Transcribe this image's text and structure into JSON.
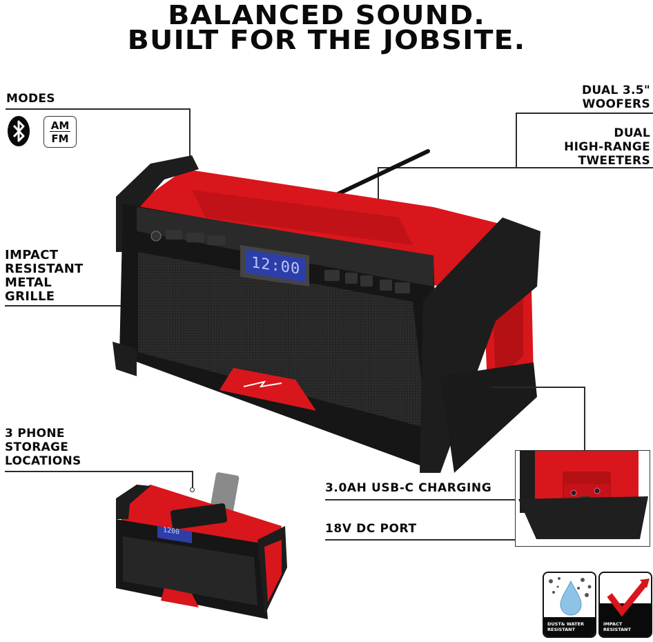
{
  "headline": {
    "line1": "BALANCED SOUND.",
    "line2": "BUILT FOR THE JOBSITE."
  },
  "callouts": {
    "modes": {
      "title": "MODES",
      "icons": [
        "bluetooth-icon",
        "am-fm-icon"
      ],
      "am_label": "AM",
      "fm_label": "FM"
    },
    "grille": {
      "lines": [
        "IMPACT",
        "RESISTANT",
        "METAL",
        "GRILLE"
      ]
    },
    "phone": {
      "lines": [
        "3 PHONE",
        "STORAGE",
        "LOCATIONS"
      ]
    },
    "woofers": {
      "lines": [
        "DUAL 3.5\"",
        "WOOFERS"
      ]
    },
    "tweeters": {
      "lines": [
        "DUAL",
        "HIGH-RANGE",
        "TWEETERS"
      ]
    },
    "usb": {
      "text": "3.0AH USB-C CHARGING"
    },
    "dc": {
      "text": "18V DC PORT"
    }
  },
  "radio": {
    "display_time": "12:00",
    "buttons_left": [
      "power",
      "bluetooth",
      "AM/FM",
      "PRESET"
    ],
    "buttons_right": [
      "play-pause",
      "prev",
      "next",
      "vol-down",
      "vol-up"
    ],
    "colors": {
      "red": "#d9161c",
      "black": "#1b1b1b",
      "lcd": "#2d3ea8",
      "lcd_text": "#b9c8ff"
    }
  },
  "small_radio": {
    "display_time": "1200"
  },
  "badges": [
    {
      "label": "DUST& WATER RESISTANT",
      "icon": "water-drop-icon"
    },
    {
      "label": "IMPACT RESISTANT",
      "icon": "checkmark-icon"
    }
  ]
}
